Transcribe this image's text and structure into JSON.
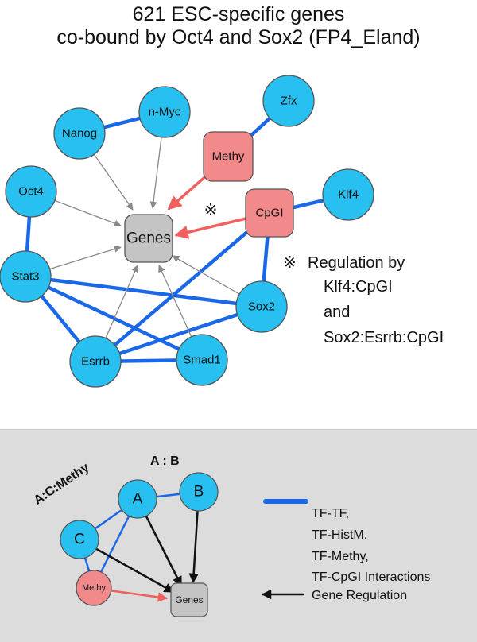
{
  "title": {
    "line1": "621 ESC-specific genes",
    "line2": "co-bound by Oct4 and Sox2 (FP4_Eland)"
  },
  "colors": {
    "tf_node": "#27c0f0",
    "feature_node": "#f2898a",
    "genes_node": "#c4c4c4",
    "tf_edge": "#1a68e8",
    "methy_arrow": "#f0605d",
    "gray_arrow": "#8a8a8a",
    "legend_bg": "#dcdcdc"
  },
  "nodes": {
    "nanog": "Nanog",
    "nmyc": "n-Myc",
    "zfx": "Zfx",
    "methy": "Methy",
    "oct4": "Oct4",
    "cpgi": "CpGI",
    "klf4": "Klf4",
    "genes": "Genes",
    "stat3": "Stat3",
    "sox2": "Sox2",
    "esrrb": "Esrrb",
    "smad1": "Smad1"
  },
  "marker": "※",
  "note": {
    "symbol": "※",
    "line1": "Regulation by",
    "line2": "Klf4:CpGI",
    "line3": "and",
    "line4": "Sox2:Esrrb:CpGI"
  },
  "legend": {
    "label_acmethy": "A:C:Methy",
    "label_ab": "A : B",
    "nodes": {
      "a": "A",
      "b": "B",
      "c": "C",
      "methy": "Methy",
      "genes": "Genes"
    },
    "lines": [
      "TF-TF,",
      "TF-HistM,",
      "TF-Methy,",
      "TF-CpGI Interactions"
    ],
    "gene_regulation": "Gene Regulation"
  }
}
